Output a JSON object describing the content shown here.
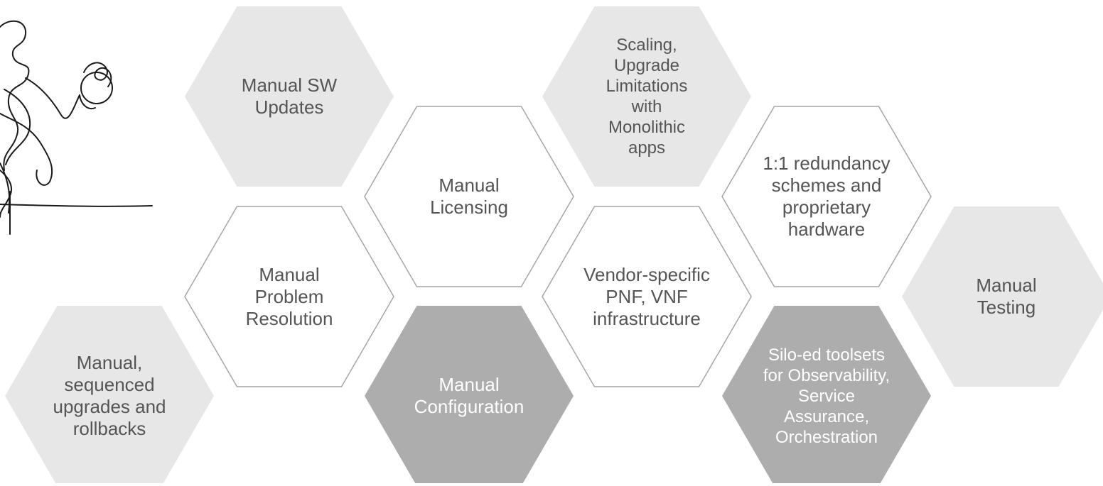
{
  "colors": {
    "light_fill": "#e7e7e7",
    "dark_fill": "#adadad",
    "outline": "#a6a6a6",
    "text": "#555555",
    "text_on_dark": "#ffffff",
    "sketch_stroke": "#1a1a1a"
  },
  "illustration": {
    "icon": "person-juggling-sketch-icon"
  },
  "hexagons": [
    {
      "id": "manual-sw-updates",
      "label": "Manual SW\nUpdates",
      "style": "light"
    },
    {
      "id": "manual-sequenced-upgrades",
      "label": "Manual,\nsequenced\nupgrades and\nrollbacks",
      "style": "light"
    },
    {
      "id": "manual-problem-resolution",
      "label": "Manual\nProblem\nResolution",
      "style": "outline"
    },
    {
      "id": "manual-licensing",
      "label": "Manual\nLicensing",
      "style": "outline"
    },
    {
      "id": "manual-configuration",
      "label": "Manual\nConfiguration",
      "style": "dark"
    },
    {
      "id": "scaling-upgrade-limitations",
      "label": "Scaling,\nUpgrade\nLimitations\nwith\nMonolithic\napps",
      "style": "light"
    },
    {
      "id": "vendor-specific-infrastructure",
      "label": "Vendor-specific\nPNF, VNF\ninfrastructure",
      "style": "outline"
    },
    {
      "id": "redundancy-proprietary-hardware",
      "label": "1:1 redundancy\nschemes and\nproprietary\nhardware",
      "style": "outline"
    },
    {
      "id": "silo-ed-toolsets",
      "label": "Silo-ed toolsets\nfor Observability,\nService\nAssurance,\nOrchestration",
      "style": "dark"
    },
    {
      "id": "manual-testing",
      "label": "Manual\nTesting",
      "style": "light"
    }
  ]
}
